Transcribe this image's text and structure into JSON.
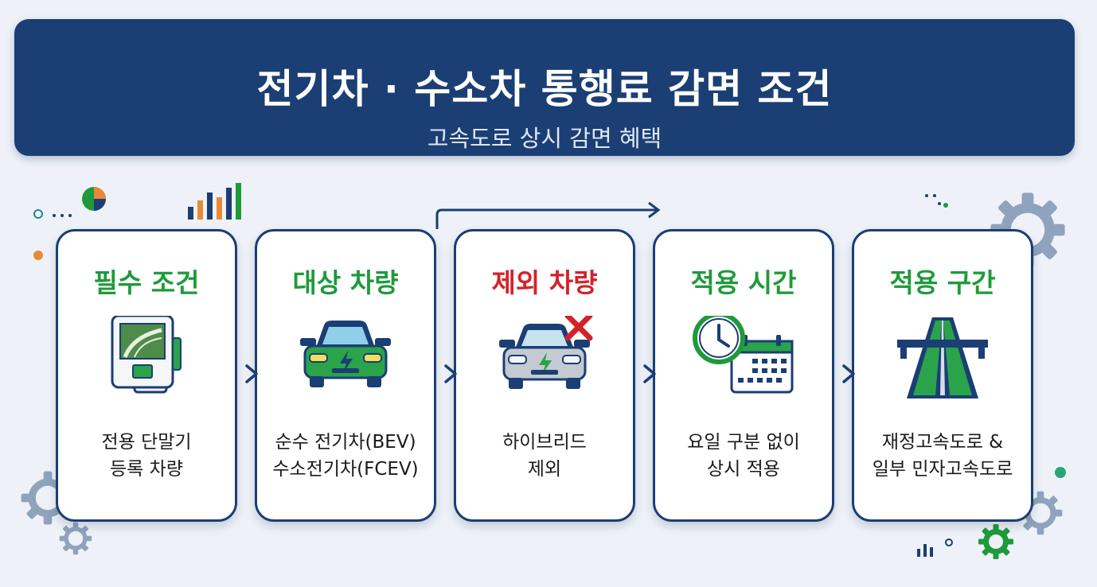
{
  "header": {
    "title": "전기차 · 수소차 통행료 감면 조건",
    "subtitle": "고속도로 상시 감면 혜택"
  },
  "cards": [
    {
      "title": "필수 조건",
      "icon": "terminal-icon",
      "lines": [
        "전용 단말기",
        "등록 차량"
      ]
    },
    {
      "title": "대상 차량",
      "icon": "electric-car-icon",
      "lines": [
        "순수 전기차(BEV)",
        "수소전기차(FCEV)"
      ]
    },
    {
      "title": "제외 차량",
      "icon": "excluded-car-icon",
      "lines": [
        "하이브리드",
        "제외"
      ]
    },
    {
      "title": "적용 시간",
      "icon": "clock-calendar-icon",
      "lines": [
        "요일 구분 없이",
        "상시 적용"
      ]
    },
    {
      "title": "적용 구간",
      "icon": "highway-icon",
      "lines": [
        "재정고속도로 &",
        "일부 민자고속도로"
      ]
    }
  ],
  "colors": {
    "navy": "#1b3e74",
    "green": "#1f9a3a",
    "red": "#d2232a",
    "background": "#eef2f8"
  }
}
